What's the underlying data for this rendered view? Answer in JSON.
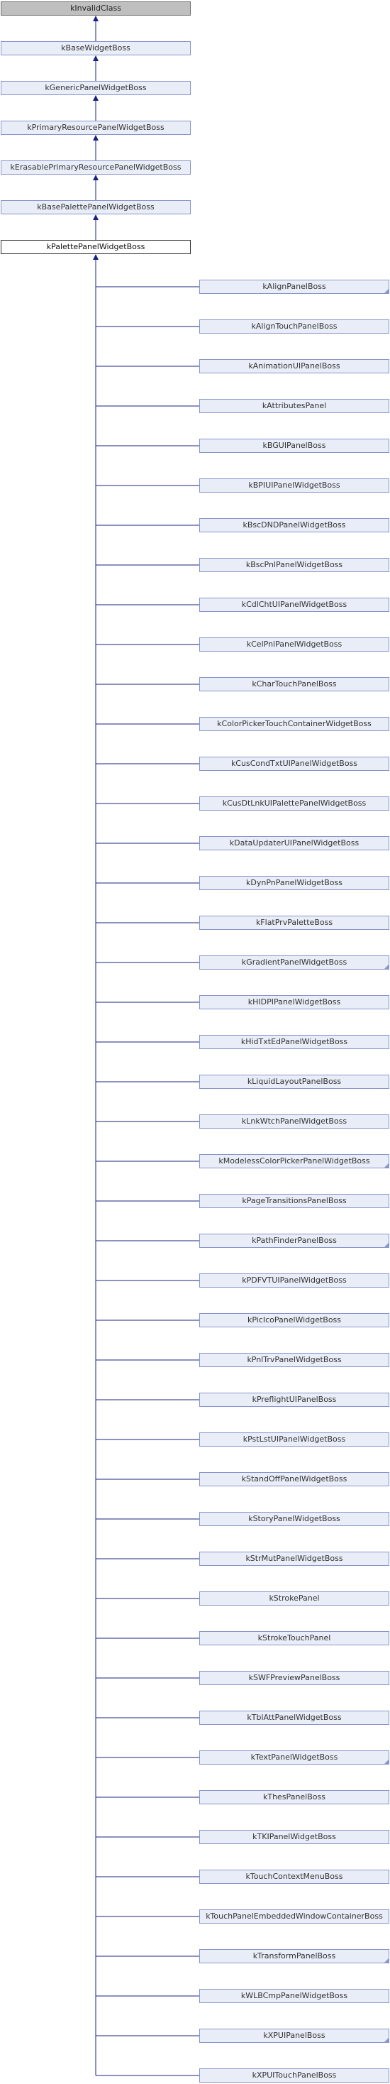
{
  "ancestors": [
    {
      "name": "kInvalidClass",
      "style": "gray"
    },
    {
      "name": "kBaseWidgetBoss",
      "style": "normal"
    },
    {
      "name": "kGenericPanelWidgetBoss",
      "style": "normal"
    },
    {
      "name": "kPrimaryResourcePanelWidgetBoss",
      "style": "normal"
    },
    {
      "name": "kErasablePrimaryResourcePanelWidgetBoss",
      "style": "normal"
    },
    {
      "name": "kBasePalettePanelWidgetBoss",
      "style": "normal"
    },
    {
      "name": "kPalettePanelWidgetBoss",
      "style": "current"
    }
  ],
  "children": [
    {
      "name": "kAlignPanelBoss",
      "more": true
    },
    {
      "name": "kAlignTouchPanelBoss",
      "more": false
    },
    {
      "name": "kAnimationUIPanelBoss",
      "more": false
    },
    {
      "name": "kAttributesPanel",
      "more": false
    },
    {
      "name": "kBGUIPanelBoss",
      "more": false
    },
    {
      "name": "kBPIUIPanelWidgetBoss",
      "more": false
    },
    {
      "name": "kBscDNDPanelWidgetBoss",
      "more": false
    },
    {
      "name": "kBscPnlPanelWidgetBoss",
      "more": false
    },
    {
      "name": "kCdlChtUIPanelWidgetBoss",
      "more": false
    },
    {
      "name": "kCelPnlPanelWidgetBoss",
      "more": false
    },
    {
      "name": "kCharTouchPanelBoss",
      "more": false
    },
    {
      "name": "kColorPickerTouchContainerWidgetBoss",
      "more": false
    },
    {
      "name": "kCusCondTxtUIPanelWidgetBoss",
      "more": false
    },
    {
      "name": "kCusDtLnkUIPalettePanelWidgetBoss",
      "more": false
    },
    {
      "name": "kDataUpdaterUIPanelWidgetBoss",
      "more": false
    },
    {
      "name": "kDynPnPanelWidgetBoss",
      "more": false
    },
    {
      "name": "kFlatPrvPaletteBoss",
      "more": false
    },
    {
      "name": "kGradientPanelWidgetBoss",
      "more": true
    },
    {
      "name": "kHIDPIPanelWidgetBoss",
      "more": false
    },
    {
      "name": "kHidTxtEdPanelWidgetBoss",
      "more": false
    },
    {
      "name": "kLiquidLayoutPanelBoss",
      "more": false
    },
    {
      "name": "kLnkWtchPanelWidgetBoss",
      "more": false
    },
    {
      "name": "kModelessColorPickerPanelWidgetBoss",
      "more": true
    },
    {
      "name": "kPageTransitionsPanelBoss",
      "more": false
    },
    {
      "name": "kPathFinderPanelBoss",
      "more": true
    },
    {
      "name": "kPDFVTUIPanelWidgetBoss",
      "more": false
    },
    {
      "name": "kPicIcoPanelWidgetBoss",
      "more": false
    },
    {
      "name": "kPnlTrvPanelWidgetBoss",
      "more": false
    },
    {
      "name": "kPreflightUIPanelBoss",
      "more": false
    },
    {
      "name": "kPstLstUIPanelWidgetBoss",
      "more": false
    },
    {
      "name": "kStandOffPanelWidgetBoss",
      "more": false
    },
    {
      "name": "kStoryPanelWidgetBoss",
      "more": false
    },
    {
      "name": "kStrMutPanelWidgetBoss",
      "more": false
    },
    {
      "name": "kStrokePanel",
      "more": false
    },
    {
      "name": "kStrokeTouchPanel",
      "more": false
    },
    {
      "name": "kSWFPreviewPanelBoss",
      "more": false
    },
    {
      "name": "kTblAttPanelWidgetBoss",
      "more": false
    },
    {
      "name": "kTextPanelWidgetBoss",
      "more": true
    },
    {
      "name": "kThesPanelBoss",
      "more": false
    },
    {
      "name": "kTKIPanelWidgetBoss",
      "more": false
    },
    {
      "name": "kTouchContextMenuBoss",
      "more": false
    },
    {
      "name": "kTouchPanelEmbeddedWindowContainerBoss",
      "more": false
    },
    {
      "name": "kTransformPanelBoss",
      "more": true
    },
    {
      "name": "kWLBCmpPanelWidgetBoss",
      "more": false
    },
    {
      "name": "kXPUIPanelBoss",
      "more": true
    },
    {
      "name": "kXPUITouchPanelBoss",
      "more": false
    }
  ],
  "colors": {
    "edge": "#1a237e",
    "node_fill": "#e8edf7",
    "node_border": "#8a95c9",
    "root_fill": "#bfbfbf",
    "current_border": "#333333"
  }
}
